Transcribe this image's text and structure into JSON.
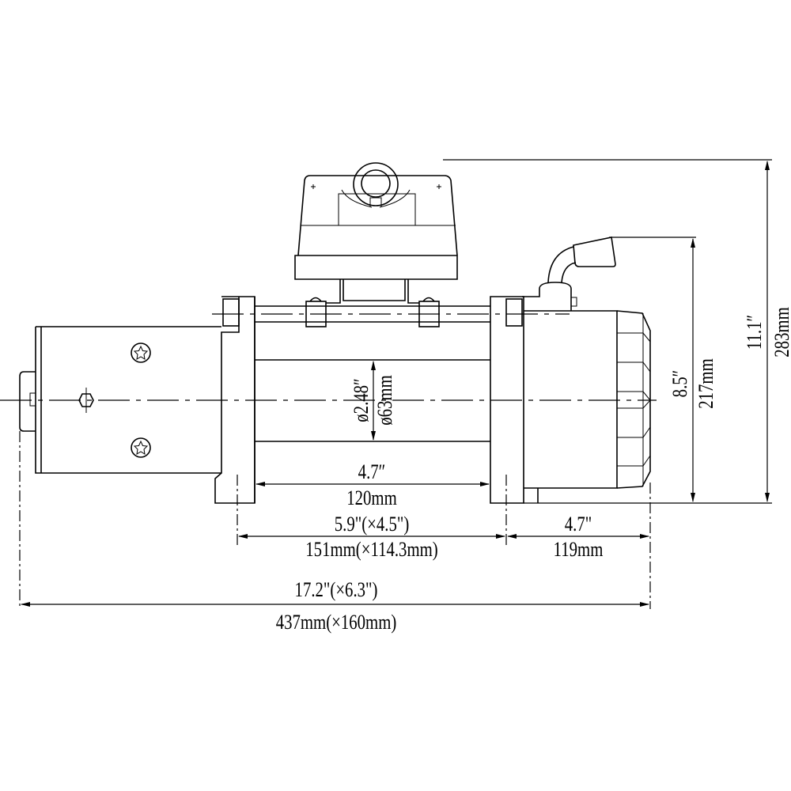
{
  "title": "Winch dimension drawing",
  "dimensions": {
    "overall_height": {
      "imperial": "11.1″",
      "metric": "283mm"
    },
    "body_height": {
      "imperial": "8.5″",
      "metric": "217mm"
    },
    "drum_diameter": {
      "imperial": "ø2.48″",
      "metric": "ø63mm"
    },
    "drum_length": {
      "imperial": "4.7″",
      "metric": "120mm"
    },
    "mounting_length": {
      "imperial": "5.9\"(×4.5\")",
      "metric": "151mm(×114.3mm)"
    },
    "gearbox_length": {
      "imperial": "4.7\"",
      "metric": "119mm"
    },
    "overall_length": {
      "imperial": "17.2\"(×6.3\")",
      "metric": "437mm(×160mm)"
    }
  },
  "colors": {
    "line": "#000000",
    "background": "#ffffff"
  }
}
